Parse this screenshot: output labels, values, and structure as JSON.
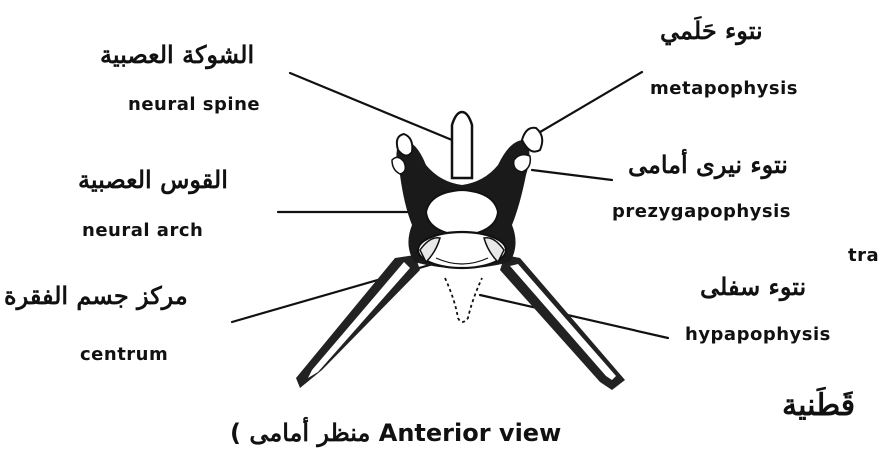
{
  "labels": {
    "neural_spine": {
      "arabic": "الشوكة العصبية",
      "english": "neural spine"
    },
    "neural_arch": {
      "arabic": "القوس العصبية",
      "english": "neural arch"
    },
    "centrum": {
      "arabic": "مركز جسم الفقرة",
      "english": "centrum"
    },
    "metapophysis": {
      "arabic": "نتوء حَلَمي",
      "english": "metapophysis"
    },
    "prezygapophysis": {
      "arabic": "نتوء نيرى أمامى",
      "english": "prezygapophysis"
    },
    "hypapophysis": {
      "arabic": "نتوء سفلى",
      "english": "hypapophysis"
    }
  },
  "margin_text": {
    "fragment": "tra",
    "arabic_word": "قَطَنية"
  },
  "caption": {
    "open": "(",
    "english": "Anterior view",
    "arabic": "منظر أمامى"
  }
}
